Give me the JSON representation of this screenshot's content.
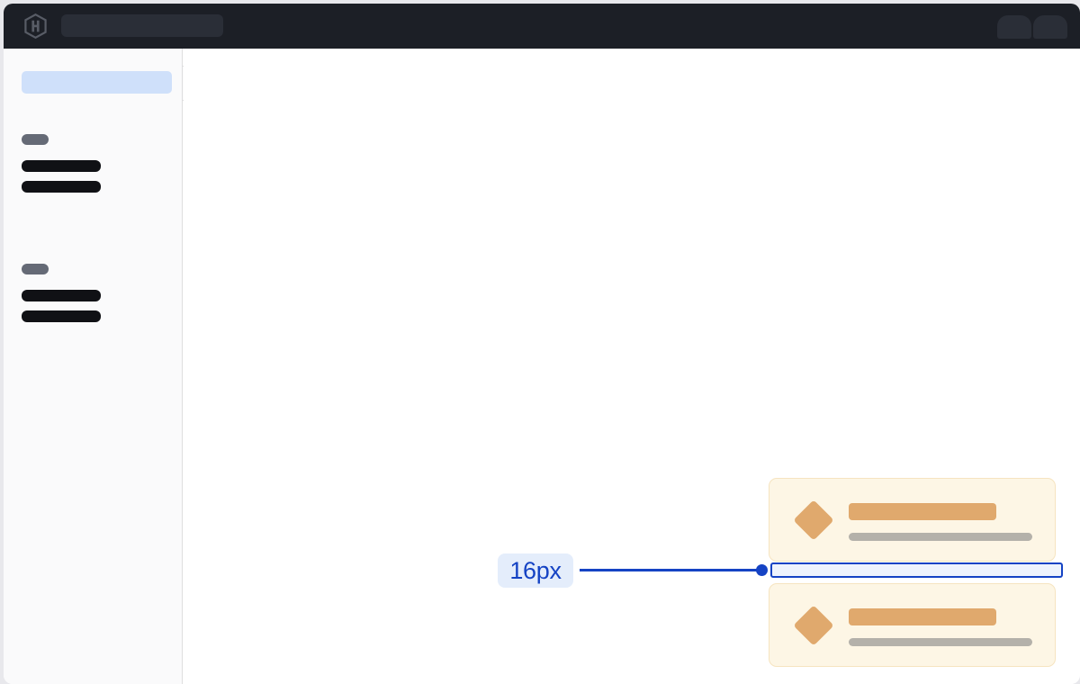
{
  "window": {
    "title": "Spacing Annotation Mockup",
    "background_color": "#ffffff",
    "backdrop_color": "#e8e8ec"
  },
  "topbar": {
    "background_color": "#1c1f26",
    "logo": {
      "icon": "hashicorp-hexagon-logo",
      "color": "#585c66"
    },
    "search": {
      "icon": "search-skeleton-placeholder",
      "value": "",
      "placeholder": "",
      "color": "#2a2e37"
    },
    "actions": [
      {
        "icon": "avatar-skeleton-placeholder",
        "color": "#2a2e37"
      },
      {
        "icon": "avatar-skeleton-placeholder",
        "color": "#2a2e37"
      }
    ]
  },
  "sidebar": {
    "background_color": "#fafafb",
    "border_color": "#dededf",
    "notch": {
      "icon": "sidebar-collapse-tab"
    },
    "active_item": {
      "label": "",
      "color": "#cfe0fa"
    },
    "groups": [
      {
        "label": "",
        "label_color": "#656a76",
        "items": [
          {
            "label": "",
            "color": "#101115"
          },
          {
            "label": "",
            "color": "#101115"
          }
        ]
      },
      {
        "label": "",
        "label_color": "#656a76",
        "items": [
          {
            "label": "",
            "color": "#101115"
          },
          {
            "label": "",
            "color": "#101115"
          }
        ]
      }
    ]
  },
  "main": {
    "background_color": "#ffffff",
    "cards": [
      {
        "icon": "diamond-icon",
        "icon_color": "#e0a96d",
        "title": "",
        "title_color": "#e0a96d",
        "subtitle": "",
        "subtitle_color": "#b4b1aa",
        "background_color": "#fdf6e5",
        "border_color": "#f6e4c0"
      },
      {
        "icon": "diamond-icon",
        "icon_color": "#e0a96d",
        "title": "",
        "title_color": "#e0a96d",
        "subtitle": "",
        "subtitle_color": "#b4b1aa",
        "background_color": "#fdf6e5",
        "border_color": "#f6e4c0"
      }
    ],
    "annotation": {
      "value": "16px",
      "accent_color": "#1543c4",
      "badge_background": "#e4edfb",
      "strip_fill": "#eef3fd",
      "measures": "vertical-gap-between-cards"
    }
  }
}
